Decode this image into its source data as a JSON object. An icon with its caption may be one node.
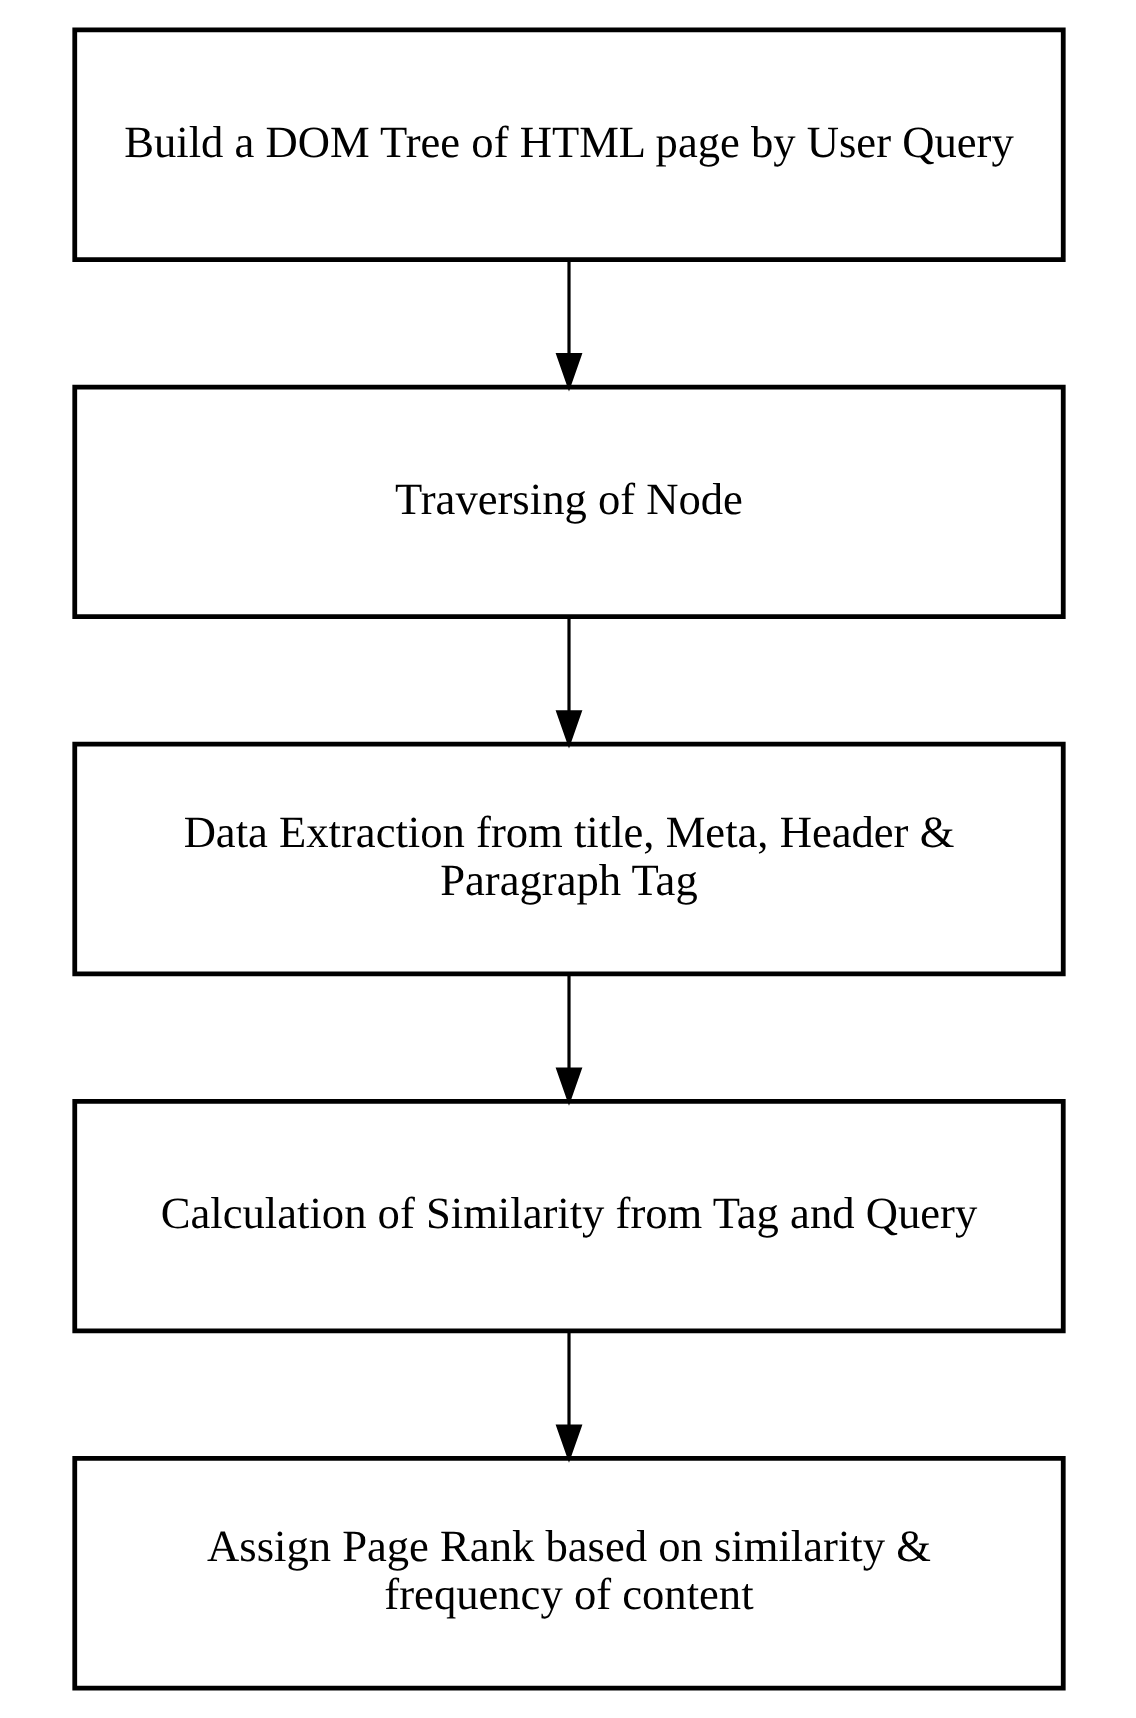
{
  "diagram": {
    "nodes": [
      {
        "text": [
          "Build a DOM Tree of HTML page by User Query"
        ]
      },
      {
        "text": [
          "Traversing of Node"
        ]
      },
      {
        "text": [
          "Data Extraction from title, Meta, Header & Paragraph Tag"
        ]
      },
      {
        "text": [
          "Calculation of Similarity from Tag and Query"
        ]
      },
      {
        "text": [
          "Assign Page Rank based on similarity & frequency of content"
        ]
      }
    ],
    "edges": [
      {
        "from": 0,
        "to": 1,
        "arrow": "to"
      },
      {
        "from": 1,
        "to": 2,
        "arrow": "to"
      },
      {
        "from": 2,
        "to": 3,
        "arrow": "to"
      },
      {
        "from": 3,
        "to": 4,
        "arrow": "to"
      }
    ]
  }
}
